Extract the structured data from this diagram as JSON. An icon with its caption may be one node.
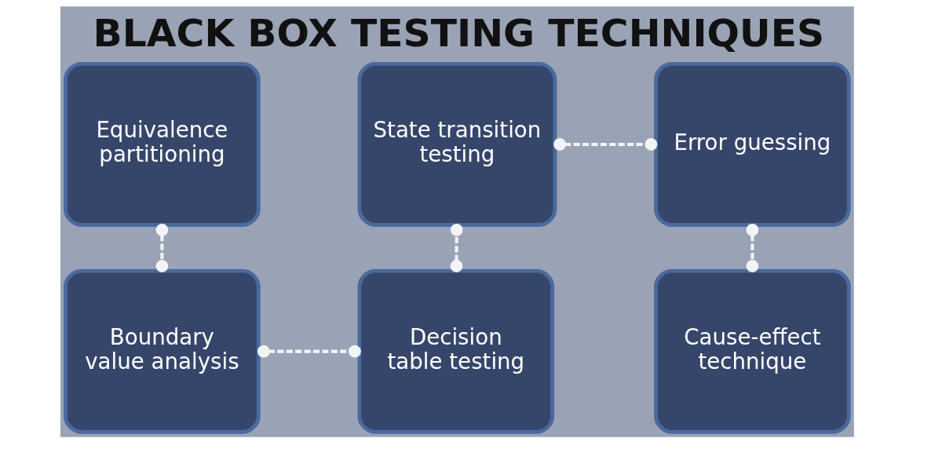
{
  "diagram": {
    "title": "BLACK BOX TESTING TECHNIQUES",
    "nodes": [
      {
        "text": [
          "Equivalence partitioning"
        ]
      },
      {
        "text": [
          "Boundary value analysis"
        ]
      },
      {
        "text": [
          "Decision table testing"
        ]
      },
      {
        "text": [
          "State transition testing"
        ]
      },
      {
        "text": [
          "Error guessing"
        ]
      },
      {
        "text": [
          "Cause-effect technique"
        ]
      }
    ],
    "edges": [
      {
        "from": 0,
        "to": 1,
        "arrow": "other",
        "style": "dashed"
      },
      {
        "from": 1,
        "to": 2,
        "arrow": "other",
        "style": "dashed"
      },
      {
        "from": 2,
        "to": 3,
        "arrow": "other",
        "style": "dashed"
      },
      {
        "from": 3,
        "to": 4,
        "arrow": "other",
        "style": "dashed"
      },
      {
        "from": 4,
        "to": 5,
        "arrow": "other",
        "style": "dashed"
      }
    ]
  }
}
